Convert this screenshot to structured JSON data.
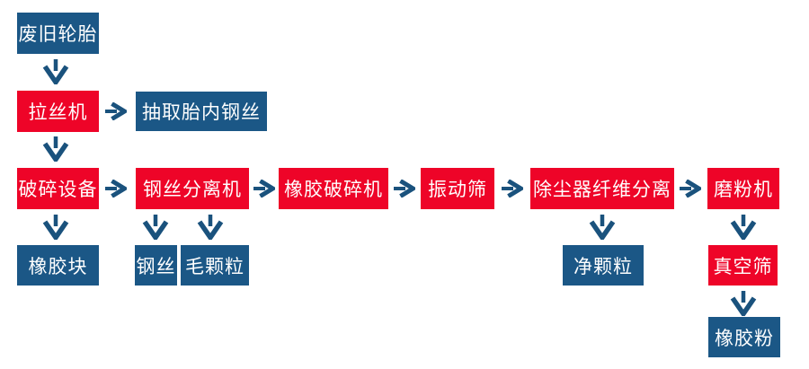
{
  "diagram": {
    "name": "waste-tire-recycling-flowchart",
    "colors": {
      "red": "#ee0428",
      "blue": "#1b5786",
      "arrow": "#1a527d",
      "text": "#ffffff",
      "background": "#ffffff"
    },
    "icons": {
      "arrow_right": "→",
      "arrow_down": "↓"
    },
    "nodes": [
      {
        "id": "waste-tires",
        "label": "废旧轮胎",
        "color": "blue"
      },
      {
        "id": "wire-drawing-machine",
        "label": "拉丝机",
        "color": "red"
      },
      {
        "id": "extract-inner-steel-wire",
        "label": "抽取胎内钢丝",
        "color": "blue"
      },
      {
        "id": "crushing-equipment",
        "label": "破碎设备",
        "color": "red"
      },
      {
        "id": "steel-wire-separator",
        "label": "钢丝分离机",
        "color": "red"
      },
      {
        "id": "rubber-crusher",
        "label": "橡胶破碎机",
        "color": "red"
      },
      {
        "id": "vibrating-screen",
        "label": "振动筛",
        "color": "red"
      },
      {
        "id": "dust-collector-fiber-separation",
        "label": "除尘器纤维分离",
        "color": "red"
      },
      {
        "id": "grinding-machine",
        "label": "磨粉机",
        "color": "red"
      },
      {
        "id": "rubber-blocks",
        "label": "橡胶块",
        "color": "blue"
      },
      {
        "id": "steel-wire",
        "label": "钢丝",
        "color": "blue"
      },
      {
        "id": "fuzzy-granules",
        "label": "毛颗粒",
        "color": "blue"
      },
      {
        "id": "clean-granules",
        "label": "净颗粒",
        "color": "blue"
      },
      {
        "id": "vacuum-screen",
        "label": "真空筛",
        "color": "red"
      },
      {
        "id": "rubber-powder",
        "label": "橡胶粉",
        "color": "blue"
      }
    ]
  }
}
